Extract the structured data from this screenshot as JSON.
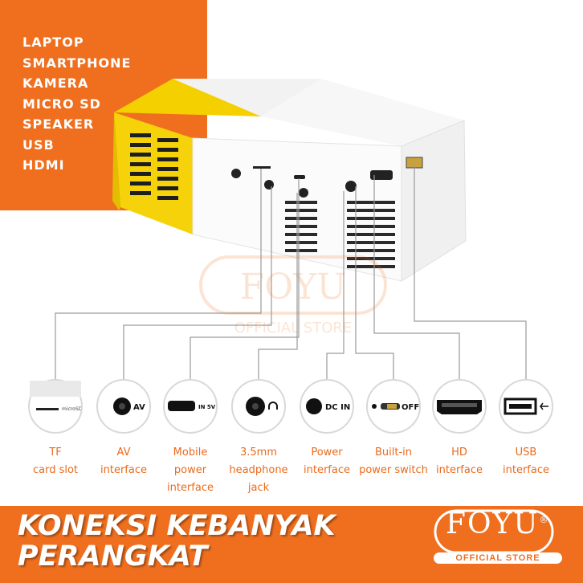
{
  "features": [
    "LAPTOP",
    "SMARTPHONE",
    "KAMERA",
    "MICRO SD",
    "SPEAKER",
    "USB",
    "HDMI"
  ],
  "ports": [
    {
      "icon": "tf-card-slot-icon",
      "lines": [
        "TF",
        "card slot"
      ],
      "glyph_text": "microSD"
    },
    {
      "icon": "av-jack-icon",
      "lines": [
        "AV",
        "interface"
      ],
      "glyph_text": "AV"
    },
    {
      "icon": "micro-usb-icon",
      "lines": [
        "Mobile",
        "power",
        "interface"
      ],
      "glyph_text": "IN 5V"
    },
    {
      "icon": "headphone-jack-icon",
      "lines": [
        "3.5mm",
        "headphone",
        "jack"
      ],
      "glyph_text": ""
    },
    {
      "icon": "dc-in-icon",
      "lines": [
        "Power",
        "interface"
      ],
      "glyph_text": "DC IN"
    },
    {
      "icon": "power-switch-icon",
      "lines": [
        "Built-in",
        "power switch"
      ],
      "glyph_text": "OFF"
    },
    {
      "icon": "hdmi-icon",
      "lines": [
        "HD",
        "interface"
      ],
      "glyph_text": ""
    },
    {
      "icon": "usb-icon",
      "lines": [
        "USB",
        "interface"
      ],
      "glyph_text": ""
    }
  ],
  "headline": {
    "line1": "KONEKSI KEBANYAK",
    "line2": "PERANGKAT"
  },
  "logo": {
    "brand": "FOYU",
    "mark": "®",
    "sub": "OFFICIAL STORE"
  },
  "watermark": {
    "brand": "FOYU",
    "sub": "OFFICIAL STORE"
  },
  "colors": {
    "accent": "#ef6f1f",
    "label": "#ea6a1c",
    "yellow": "#f6d20a"
  }
}
